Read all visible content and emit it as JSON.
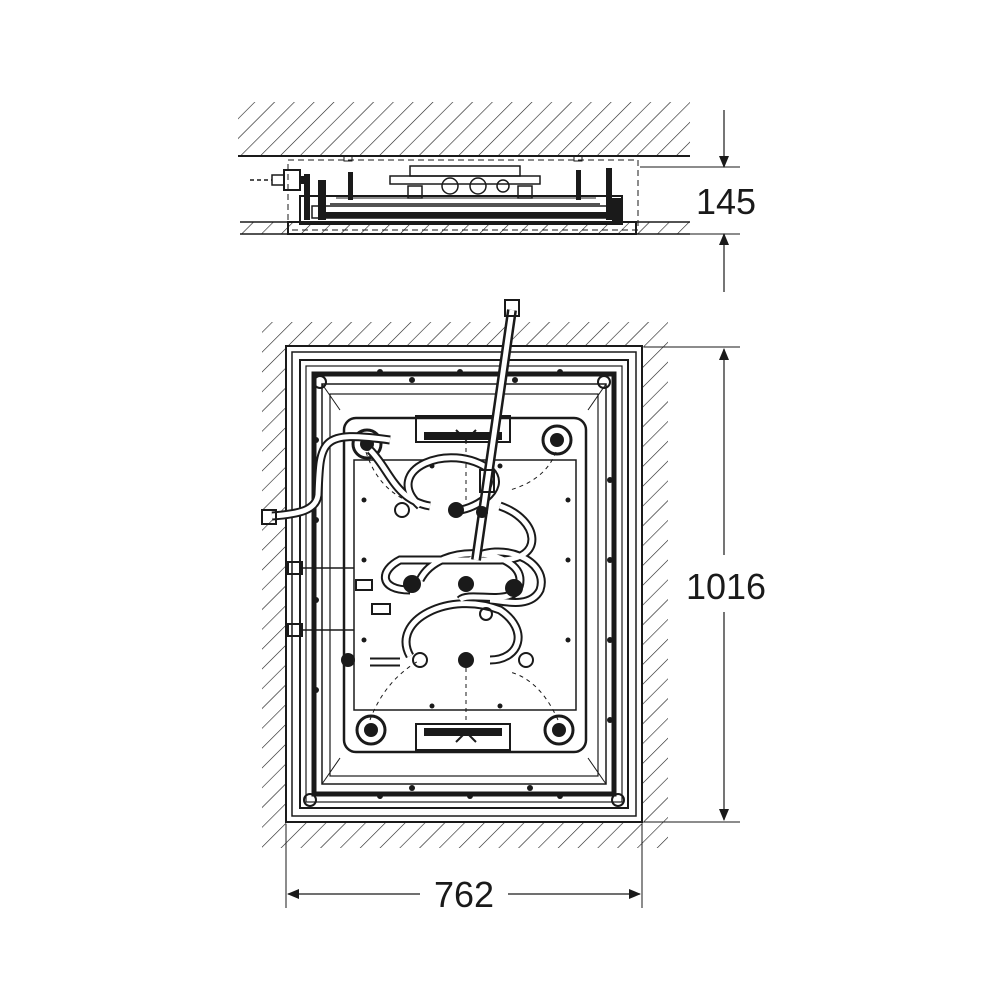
{
  "dimensions": {
    "depth": "145",
    "height": "1016",
    "width": "762"
  },
  "colors": {
    "line": "#1a1a1a",
    "background": "#ffffff"
  }
}
